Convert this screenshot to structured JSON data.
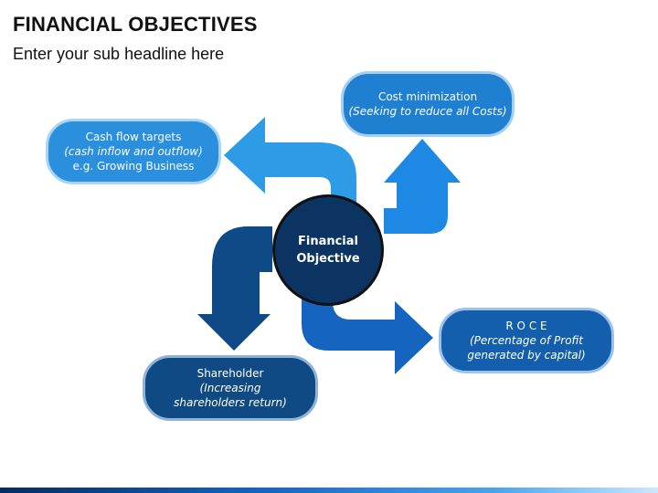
{
  "header": {
    "title": "FINANCIAL OBJECTIVES",
    "subtitle": "Enter your sub headline here"
  },
  "center": {
    "line1": "Financial",
    "line2": "Objective"
  },
  "objectives": {
    "cash_flow": {
      "title": "Cash flow targets",
      "detail": "(cash inflow and outflow)",
      "example": "e.g. Growing Business"
    },
    "cost": {
      "title": "Cost minimization",
      "detail": "(Seeking to reduce all Costs)"
    },
    "roce": {
      "title": "R O C E",
      "detail_line1": "(Percentage of Profit",
      "detail_line2": "generated by capital)"
    },
    "shareholder": {
      "title": "Shareholder",
      "detail_line1": "(Increasing",
      "detail_line2": "shareholders return)"
    }
  },
  "colors": {
    "arrow_cash": "#2e9be6",
    "arrow_cost": "#1e88e5",
    "arrow_roce": "#1565c0",
    "arrow_share": "#0d4a86",
    "center_fill": "#0b3463"
  }
}
